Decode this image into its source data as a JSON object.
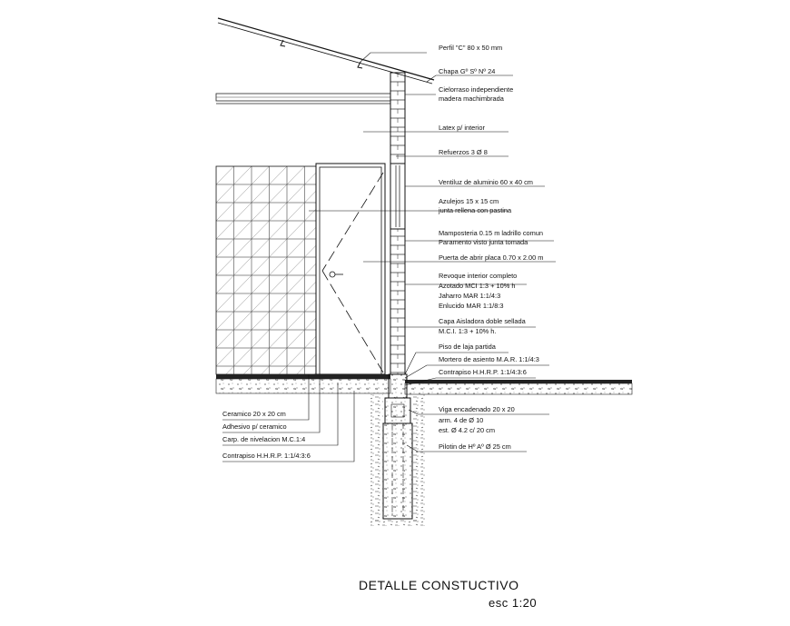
{
  "title": {
    "line1": "DETALLE  CONSTUCTIVO",
    "line2": "esc 1:20"
  },
  "labels_right": [
    {
      "id": "perfil",
      "text": "Perfil \"C\" 80 x 50 mm"
    },
    {
      "id": "chapa",
      "text": "Chapa Gº Sº Nº 24"
    },
    {
      "id": "cielorraso1",
      "text": "Cielorraso independiente"
    },
    {
      "id": "cielorraso2",
      "text": "madera machimbrada"
    },
    {
      "id": "latex",
      "text": "Latex p/ interior"
    },
    {
      "id": "refuerzos",
      "text": "Refuerzos 3 Ø 8"
    },
    {
      "id": "ventiluz",
      "text": "Ventiluz de aluminio 60 x 40 cm"
    },
    {
      "id": "azulejos1",
      "text": "Azulejos 15 x 15 cm"
    },
    {
      "id": "azulejos2",
      "text": "junta rellena con pastina"
    },
    {
      "id": "mamposteria1",
      "text": "Mamposteria 0.15 m ladrillo comun"
    },
    {
      "id": "mamposteria2",
      "text": "Paramento visto junta tomada"
    },
    {
      "id": "puerta",
      "text": "Puerta de abrir placa 0.70 x 2.00 m"
    },
    {
      "id": "revoque1",
      "text": "Revoque interior completo"
    },
    {
      "id": "revoque2",
      "text": "Azotado MCI 1:3 + 10% h"
    },
    {
      "id": "revoque3",
      "text": "Jaharro MAR 1:1/4:3"
    },
    {
      "id": "revoque4",
      "text": "Enlucido MAR 1:1/8:3"
    },
    {
      "id": "capa1",
      "text": "Capa Aisladora doble sellada"
    },
    {
      "id": "capa2",
      "text": "M.C.I. 1:3 + 10% h."
    },
    {
      "id": "piso",
      "text": "Piso de laja partida"
    },
    {
      "id": "mortero",
      "text": "Mortero de asiento M.A.R. 1:1/4:3"
    },
    {
      "id": "contrapiso_r",
      "text": "Contrapiso H.H.R.P. 1:1/4:3:6"
    },
    {
      "id": "viga1",
      "text": "Viga encadenado 20 x 20"
    },
    {
      "id": "viga2",
      "text": "arm. 4  de Ø 10"
    },
    {
      "id": "viga3",
      "text": "est. Ø 4.2 c/ 20 cm"
    },
    {
      "id": "pilotin",
      "text": "Pilotin de Hº Aº Ø 25 cm"
    }
  ],
  "labels_left": [
    {
      "id": "ceramico",
      "text": "Ceramico 20 x 20 cm"
    },
    {
      "id": "adhesivo",
      "text": "Adhesivo p/ ceramico"
    },
    {
      "id": "carpeta",
      "text": "Carp. de nivelacion M.C.1:4"
    },
    {
      "id": "contrapiso_l",
      "text": "Contrapiso H.H.R.P. 1:1/4:3:6"
    }
  ]
}
